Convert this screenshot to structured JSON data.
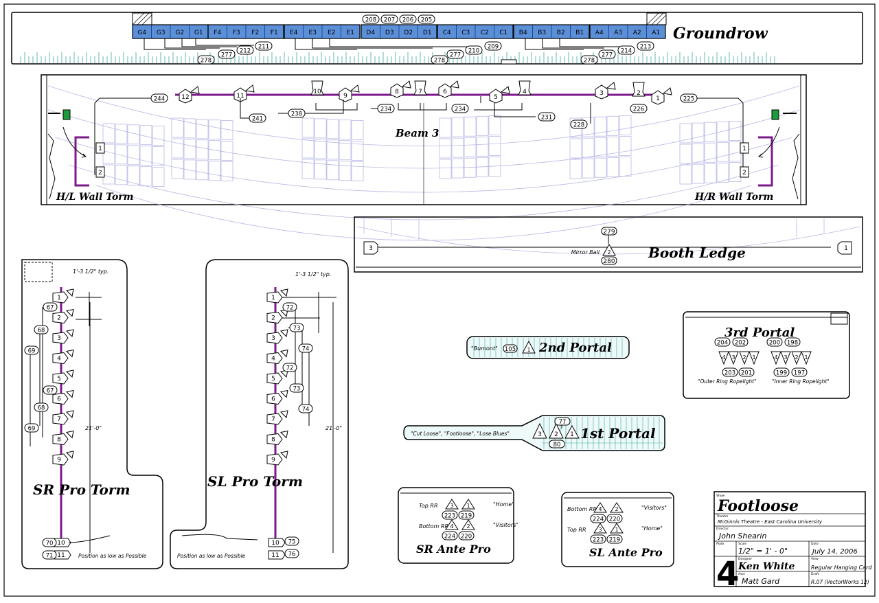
{
  "groundrow": {
    "title": "Groundrow",
    "cells": [
      "G4",
      "G3",
      "G2",
      "G1",
      "F4",
      "F3",
      "F2",
      "F1",
      "E4",
      "E3",
      "E2",
      "E1",
      "D4",
      "D3",
      "D2",
      "D1",
      "C4",
      "C3",
      "C2",
      "C1",
      "B4",
      "B3",
      "B2",
      "B1",
      "A4",
      "A3",
      "A2",
      "A1"
    ],
    "top_channels": [
      "208",
      "207",
      "206",
      "205"
    ],
    "circuits": [
      "278",
      "277",
      "212",
      "211",
      "278",
      "277",
      "210",
      "209",
      "278",
      "277",
      "214",
      "213"
    ]
  },
  "beam3": {
    "title": "Beam 3",
    "units": [
      "1",
      "2",
      "3",
      "4",
      "5",
      "6",
      "7",
      "8",
      "9",
      "10",
      "11",
      "12",
      "1",
      "2"
    ],
    "channels": [
      "244",
      "241",
      "238",
      "234",
      "234",
      "231",
      "228",
      "226",
      "225"
    ],
    "hl_label": "H/L Wall Torm",
    "hr_label": "H/R Wall Torm"
  },
  "booth": {
    "title": "Booth Ledge",
    "top_channel": "279",
    "bottom_channel": "280",
    "mirror_label": "Mirror Ball",
    "left_unit": "3",
    "right_unit": "1",
    "mirror_unit": "2"
  },
  "sr_torm": {
    "title": "SR Pro Torm",
    "spacing": "1'-3 1/2\" typ.",
    "height": "21'-0\"",
    "units": [
      "1",
      "2",
      "3",
      "4",
      "5",
      "6",
      "7",
      "8",
      "9"
    ],
    "channels": [
      "67",
      "68",
      "69",
      "67",
      "68",
      "69",
      "70",
      "71"
    ],
    "low_units": [
      "10",
      "11"
    ],
    "note": "Position as low as Possible"
  },
  "sl_torm": {
    "title": "SL Pro Torm",
    "spacing": "1'-3 1/2\" typ.",
    "height": "21'-0\"",
    "units": [
      "1",
      "2",
      "3",
      "4",
      "5",
      "6",
      "7",
      "8",
      "9"
    ],
    "channels": [
      "72",
      "73",
      "74",
      "72",
      "73",
      "74",
      "75",
      "76"
    ],
    "low_units": [
      "10",
      "11"
    ],
    "note": "Position as low as Possible"
  },
  "portal2": {
    "title": "2nd Portal",
    "quote": "\"Bumont\"",
    "channel": "105",
    "unit": "1"
  },
  "portal3": {
    "title": "3rd Portal",
    "top_channels": [
      "204",
      "202",
      "200",
      "198"
    ],
    "bottom_channels": [
      "203",
      "201",
      "199",
      "197"
    ],
    "units": [
      "4",
      "3",
      "2",
      "1",
      "4",
      "3",
      "2",
      "1"
    ],
    "quote_left": "\"Outer Ring Ropelight\"",
    "quote_right": "\"Inner Ring Ropelight\""
  },
  "portal1": {
    "title": "1st Portal",
    "quote": "\"Cut Loose\", \"Footloose\", \"Lose Blues\"",
    "units": [
      "3",
      "2",
      "1"
    ],
    "top_channel": "77",
    "bottom_channel": "80"
  },
  "sr_ante": {
    "title": "SR Ante Pro",
    "row1_label": "Top RR",
    "row1_units": [
      "3",
      "1"
    ],
    "row1_quote": "\"Home\"",
    "row1_channels": [
      "223",
      "219"
    ],
    "row2_label": "Bottom RR",
    "row2_units": [
      "4",
      "2"
    ],
    "row2_quote": "\"Visitors\"",
    "row2_channels": [
      "224",
      "220"
    ]
  },
  "sl_ante": {
    "title": "SL Ante Pro",
    "row1_label": "Bottom RR",
    "row1_units": [
      "4",
      "2"
    ],
    "row1_quote": "\"Visitors\"",
    "row1_channels": [
      "224",
      "220"
    ],
    "row2_label": "Top RR",
    "row2_units": [
      "3",
      "1"
    ],
    "row2_quote": "\"Home\"",
    "row2_channels": [
      "223",
      "219"
    ]
  },
  "title_block": {
    "show_label": "Show",
    "show": "Footloose",
    "theatre_label": "Theatre",
    "theatre": "McGinnis Theatre - East Carolina University",
    "director_label": "Director",
    "director": "John Shearin",
    "plate_label": "Plate",
    "scale_label": "Scale",
    "scale": "1/2\" = 1' - 0\"",
    "date_label": "Date",
    "date": "July 14, 2006",
    "plate": "4",
    "designer_label": "Designer",
    "designer": "Ken White",
    "view_label": "View",
    "view": "Regular Hanging Card",
    "asst_label": "Asst",
    "assistant": "Matt Gard",
    "draft_label": "Draft",
    "draft": "R.07 (VectorWorks 12)"
  },
  "colors": {
    "pipe": "#7b1a8a",
    "groundrow_fill": "#5b8fd8",
    "cyc": "#3aa6a0",
    "seating": "#b8b8e6",
    "fixture_green": "#1f9a3c"
  }
}
